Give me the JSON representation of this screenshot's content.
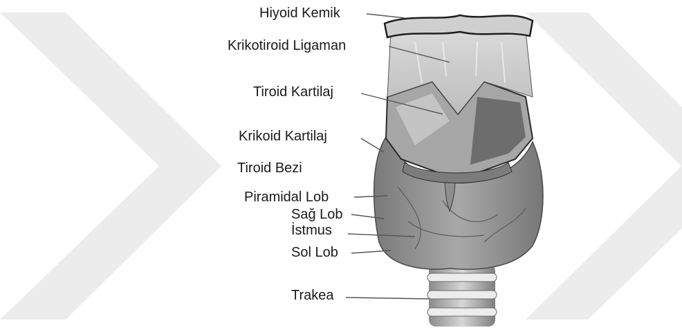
{
  "figure": {
    "labels": [
      {
        "id": "hiyoid",
        "text": "Hiyoid Kemik"
      },
      {
        "id": "krikotiroid",
        "text": "Krikotiroid Ligaman"
      },
      {
        "id": "tiroid_kartilaj",
        "text": "Tiroid Kartilaj"
      },
      {
        "id": "krikoid",
        "text": "Krikoid Kartilaj"
      },
      {
        "id": "tiroid_bezi",
        "text": "Tiroid Bezi"
      },
      {
        "id": "piramidal",
        "text": "Piramidal Lob"
      },
      {
        "id": "sag_lob",
        "text": "Sağ Lob"
      },
      {
        "id": "istmus",
        "text": "İstmus"
      },
      {
        "id": "sol_lob",
        "text": "Sol Lob"
      },
      {
        "id": "trakea",
        "text": "Trakea"
      }
    ]
  },
  "colors": {
    "watermark": "#ececec",
    "tissue_dark": "#6e6e6e",
    "tissue_mid": "#9a9a9a",
    "tissue_light": "#cfcfcf",
    "leader": "#555555"
  }
}
